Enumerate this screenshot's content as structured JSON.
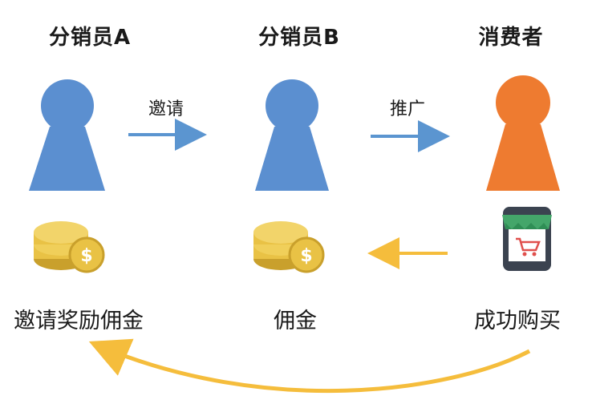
{
  "roles": [
    {
      "key": "a",
      "title": "分销员A"
    },
    {
      "key": "b",
      "title": "分销员B"
    },
    {
      "key": "c",
      "title": "消费者"
    }
  ],
  "arrows": {
    "invite": "邀请",
    "promote": "推广"
  },
  "bottom_labels": {
    "invite_reward": "邀请奖励佣金",
    "commission": "佣金",
    "purchase": "成功购买"
  },
  "colors": {
    "distributor": "#5b8fd0",
    "consumer": "#ee7b30",
    "flow_arrow": "#5b95d0",
    "money_arrow": "#f5bd3c",
    "coin": "#e9c245",
    "coin_dark": "#c9a02c"
  },
  "icons": {
    "coins": "coin-stack-icon",
    "shop": "mobile-shop-icon"
  }
}
